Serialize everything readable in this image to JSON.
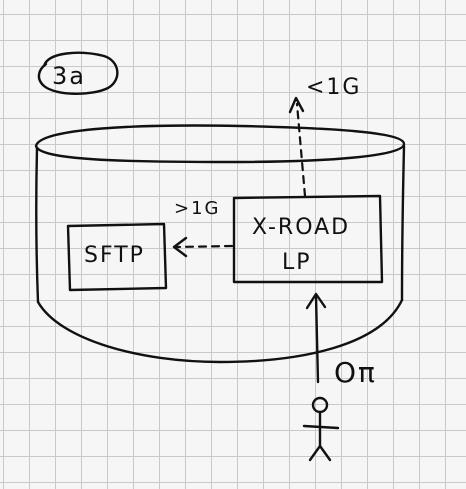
{
  "diagram": {
    "badge": "3a",
    "outgoing_label": "<1G",
    "side_label": ">1G",
    "box_sftp": "SFTP",
    "box_xroad_line1": "X-ROAD",
    "box_xroad_line2": "LP",
    "actor_label": "Oπ"
  }
}
